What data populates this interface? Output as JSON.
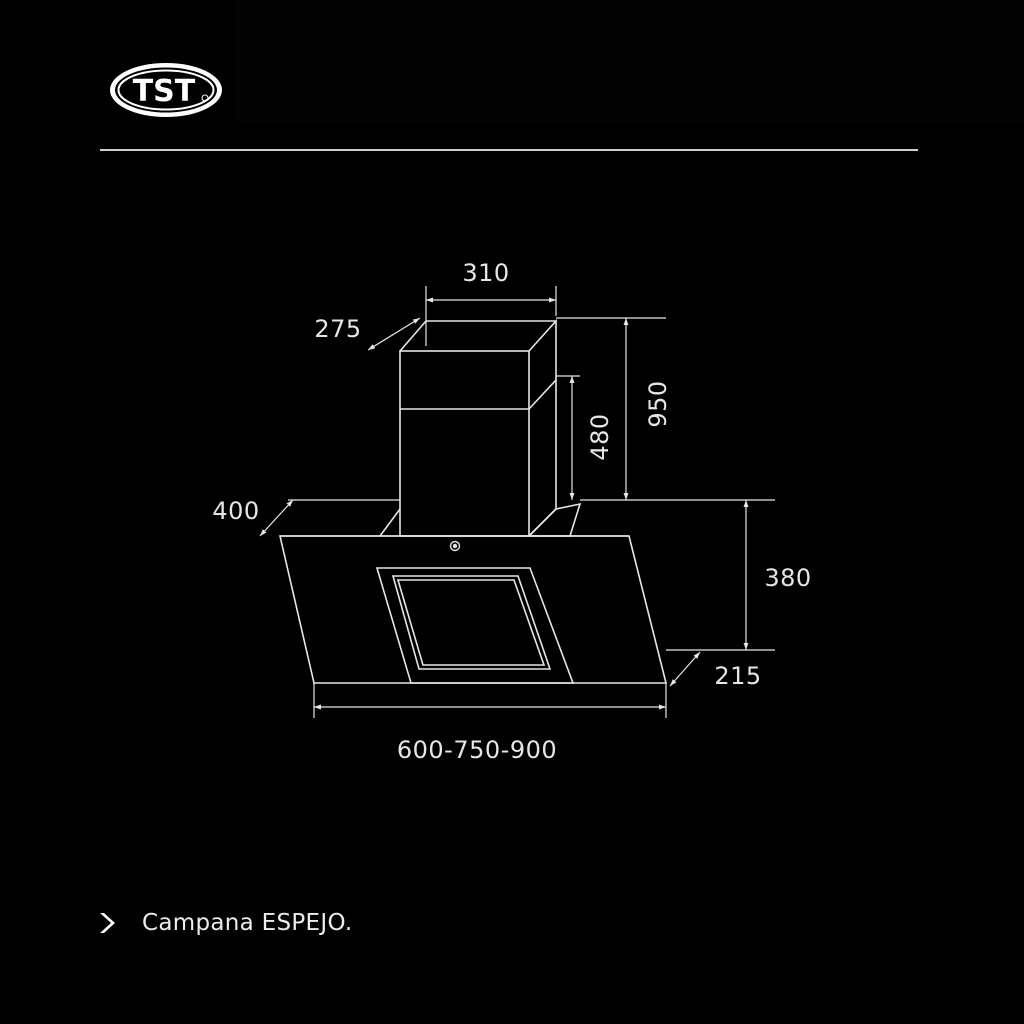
{
  "brand": {
    "logo_text": "TST"
  },
  "diagram": {
    "dimensions": {
      "chimney_width": "310",
      "chimney_depth": "275",
      "chimney_height": "950",
      "chimney_lower_height": "480",
      "body_depth_top": "400",
      "body_height": "380",
      "body_depth_bottom": "215",
      "body_width": "600-750-900"
    }
  },
  "caption": {
    "text": "Campana ESPEJO."
  },
  "colors": {
    "background": "#000000",
    "line": "#e6e6e6",
    "text": "#e6e6e6"
  }
}
